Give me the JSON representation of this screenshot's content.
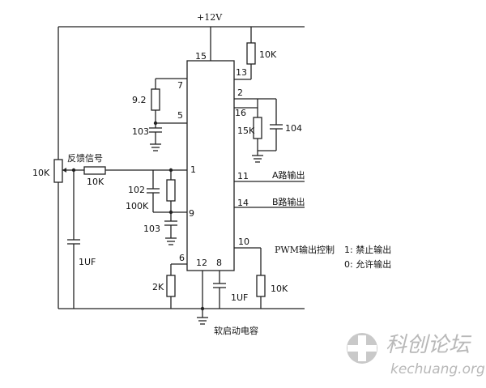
{
  "supply_label": "+12V",
  "ic_pins": {
    "p15": "15",
    "p13": "13",
    "p7": "7",
    "p5": "5",
    "p2": "2",
    "p16": "16",
    "p1": "1",
    "p11": "11",
    "p14": "14",
    "p9": "9",
    "p10": "10",
    "p6": "6",
    "p12": "12",
    "p8": "8"
  },
  "components": {
    "r_top_right": "10K",
    "r_pin7": "9.2",
    "c_pin5": "103",
    "r_16": "15K",
    "c_16": "104",
    "pot": "10K",
    "feedback_label": "反馈信号",
    "r_feedback": "10K",
    "c_102": "102",
    "r_100k": "100K",
    "c_103b": "103",
    "c_1uf_left": "1UF",
    "r_2k": "2K",
    "c_1uf_8": "1UF",
    "r_10k_out": "10K"
  },
  "outputs": {
    "a_out": "A路输出",
    "b_out": "B路输出"
  },
  "pwm": {
    "title": "PWM输出控制",
    "opt1": "1: 禁止输出",
    "opt0": "0: 允许输出"
  },
  "soft_start": "软启动电容",
  "watermark": {
    "cn": "科创论坛",
    "url": "kechuang.org"
  }
}
